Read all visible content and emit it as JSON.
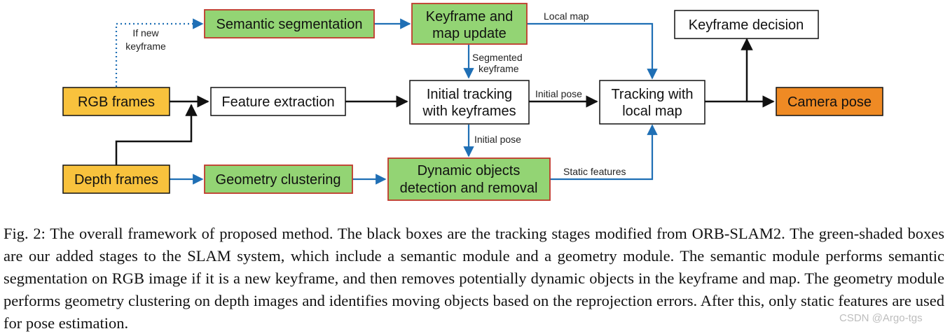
{
  "colors": {
    "input_fill": "#f8c23d",
    "added_fill": "#93d474",
    "added_border": "#c0392b",
    "output_fill": "#ef8a24",
    "arrow_black": "#111111",
    "arrow_blue": "#1f6fb5"
  },
  "boxes": {
    "rgb_frames": "RGB frames",
    "depth_frames": "Depth frames",
    "semantic_segmentation": "Semantic segmentation",
    "keyframe_map_update_l1": "Keyframe and",
    "keyframe_map_update_l2": "map update",
    "feature_extraction": "Feature extraction",
    "initial_tracking_l1": "Initial tracking",
    "initial_tracking_l2": "with keyframes",
    "tracking_local_map_l1": "Tracking with",
    "tracking_local_map_l2": "local map",
    "keyframe_decision": "Keyframe decision",
    "camera_pose": "Camera pose",
    "geometry_clustering": "Geometry clustering",
    "dynamic_objects_l1": "Dynamic objects",
    "dynamic_objects_l2": "detection and removal"
  },
  "labels": {
    "if_new_l1": "If new",
    "if_new_l2": "keyframe",
    "local_map": "Local map",
    "segmented_l1": "Segmented",
    "segmented_l2": "keyframe",
    "initial_pose_right": "Initial pose",
    "initial_pose_down": "Initial pose",
    "static_features": "Static features"
  },
  "caption": "Fig. 2: The overall framework of proposed method. The black boxes are the tracking stages modified from ORB-SLAM2. The green-shaded boxes are our added stages to the SLAM system, which include a semantic module and a geometry module. The semantic module performs semantic segmentation on RGB image if it is a new keyframe, and then removes potentially dynamic objects in the keyframe and map. The geometry module performs geometry clustering on depth images and identifies moving objects based on the reprojection errors. After this, only static features are used for pose estimation.",
  "watermark": "CSDN @Argo-tgs"
}
